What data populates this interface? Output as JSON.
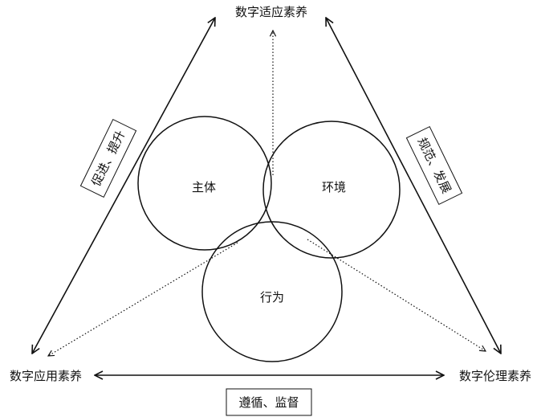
{
  "nodes": {
    "top": "数字适应素养",
    "left": "数字应用素养",
    "right": "数字伦理素养"
  },
  "circles": {
    "subject": "主体",
    "environment": "环境",
    "behavior": "行为"
  },
  "relations": {
    "left_edge": "促进、提升",
    "right_edge": "规范、发展",
    "bottom_edge": "遵循、监督"
  }
}
